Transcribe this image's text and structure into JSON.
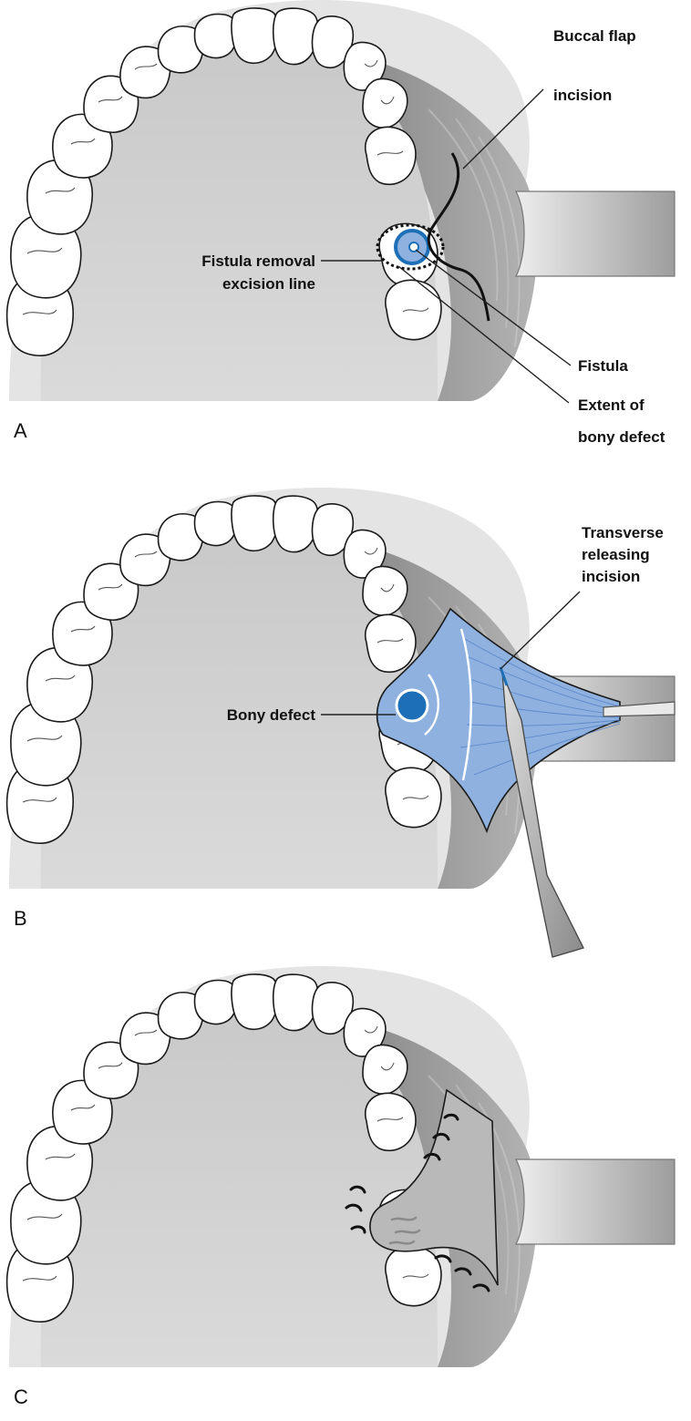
{
  "panels": [
    {
      "letter": "A",
      "labels": {
        "buccal_flap_line1": "Buccal flap",
        "buccal_flap_line2": "incision",
        "fistula_removal_line1": "Fistula removal",
        "fistula_removal_line2": "excision line",
        "fistula": "Fistula",
        "extent_line1": "Extent of",
        "extent_line2": "bony defect"
      }
    },
    {
      "letter": "B",
      "labels": {
        "transverse_line1": "Transverse",
        "transverse_line2": "releasing",
        "transverse_line3": "incision",
        "bony_defect": "Bony defect"
      }
    },
    {
      "letter": "C",
      "labels": {}
    }
  ],
  "colors": {
    "palate": "#d2d2d2",
    "outer_gingiva": "#e6e6e6",
    "cheek": "#9a9a9a",
    "retractor": "#bdbdbd",
    "flap_blue": "#8fb1df",
    "fistula_blue": "#1d6fb8",
    "tooth": "#ffffff"
  }
}
